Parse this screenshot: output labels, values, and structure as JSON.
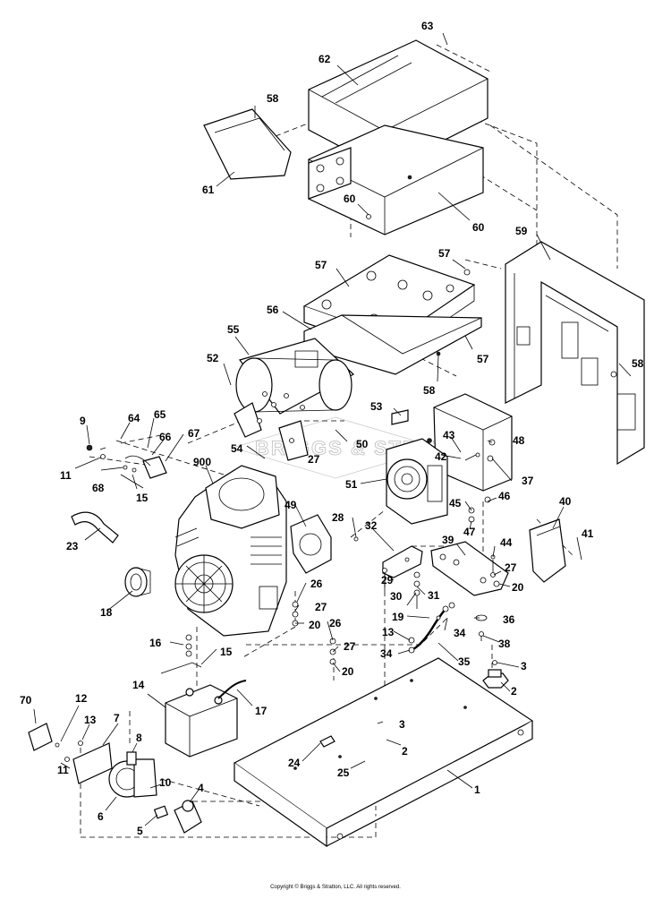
{
  "watermark": "BRIGGS & STRATTON",
  "copyright": "Copyright © Briggs & Stratton, LLC. All rights reserved.",
  "callouts": {
    "c1": "1",
    "c2a": "2",
    "c2b": "2",
    "c3a": "3",
    "c3b": "3",
    "c4": "4",
    "c5": "5",
    "c6": "6",
    "c7": "7",
    "c8": "8",
    "c9": "9",
    "c10": "10",
    "c11a": "11",
    "c11b": "11",
    "c12": "12",
    "c13a": "13",
    "c13b": "13",
    "c14": "14",
    "c15a": "15",
    "c15b": "15",
    "c16": "16",
    "c17": "17",
    "c18": "18",
    "c19": "19",
    "c20a": "20",
    "c20b": "20",
    "c20c": "20",
    "c23": "23",
    "c24": "24",
    "c25": "25",
    "c26a": "26",
    "c26b": "26",
    "c27a": "27",
    "c27b": "27",
    "c27c": "27",
    "c27d": "27",
    "c28": "28",
    "c29": "29",
    "c30": "30",
    "c31": "31",
    "c32": "32",
    "c34a": "34",
    "c34b": "34",
    "c35": "35",
    "c36": "36",
    "c37": "37",
    "c38": "38",
    "c39": "39",
    "c40": "40",
    "c41": "41",
    "c42": "42",
    "c43": "43",
    "c44": "44",
    "c45": "45",
    "c46": "46",
    "c47": "47",
    "c48": "48",
    "c49": "49",
    "c50": "50",
    "c51": "51",
    "c52": "52",
    "c53": "53",
    "c54": "54",
    "c55": "55",
    "c56": "56",
    "c57a": "57",
    "c57b": "57",
    "c57c": "57",
    "c58a": "58",
    "c58b": "58",
    "c58c": "58",
    "c59": "59",
    "c60a": "60",
    "c60b": "60",
    "c61": "61",
    "c62": "62",
    "c63": "63",
    "c64": "64",
    "c65": "65",
    "c66": "66",
    "c67": "67",
    "c68": "68",
    "c70": "70",
    "c900": "900"
  }
}
